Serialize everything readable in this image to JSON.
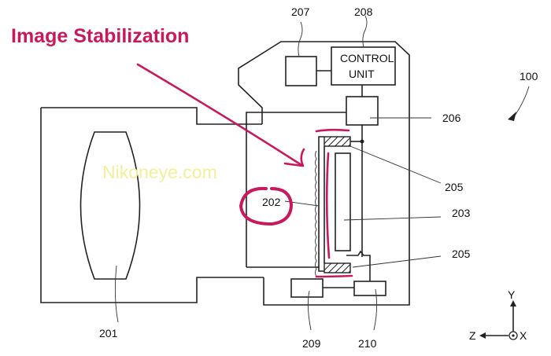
{
  "title": "Image Stabilization",
  "watermark": "Nikoneye.com",
  "colors": {
    "annotation": "#c8195e",
    "watermark": "#f3ef9a",
    "line": "#222222"
  },
  "blocks": {
    "control_unit": {
      "line1": "CONTROL",
      "line2": "UNIT"
    }
  },
  "labels": {
    "n100": "100",
    "n201": "201",
    "n202": "202",
    "n203": "203",
    "n205a": "205",
    "n205b": "205",
    "n206": "206",
    "n207": "207",
    "n208": "208",
    "n209": "209",
    "n210": "210"
  },
  "axes": {
    "y": "Y",
    "z": "Z",
    "x": "X"
  }
}
